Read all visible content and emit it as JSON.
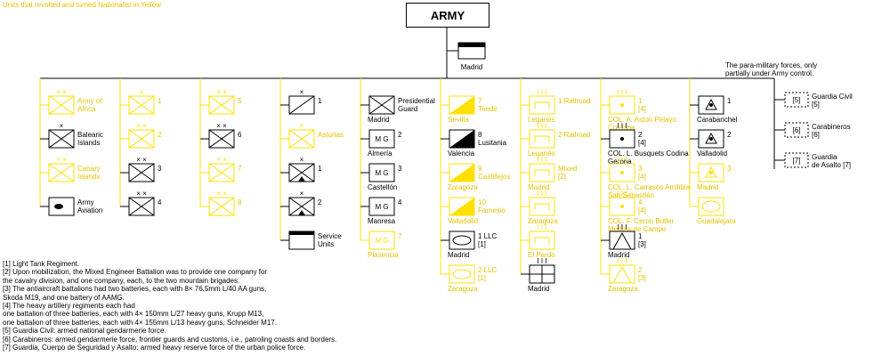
{
  "legend_top": "Units that revolted and turned Nationalist in Yellow",
  "army_title": "ARMY",
  "hq_label": "Madrid",
  "para": {
    "note": [
      "The para-military forces, only",
      "partially under Army control."
    ],
    "items": [
      {
        "num": "[5]",
        "label": [
          "Guardia Civil",
          "[5]"
        ]
      },
      {
        "num": "[6]",
        "label": [
          "Carabineros",
          "[6]"
        ]
      },
      {
        "num": "[7]",
        "label": [
          "Guardia",
          "de Asalto [7]"
        ]
      }
    ]
  },
  "columns": [
    {
      "units": [
        {
          "label": [
            "Army of",
            "Africa"
          ],
          "yellow": true,
          "mark": "xx",
          "type": "inf",
          "pos": "right"
        },
        {
          "label": [
            "Balearic",
            "Islands"
          ],
          "yellow": false,
          "mark": "x",
          "type": "inf",
          "pos": "right"
        },
        {
          "label": [
            "Canary",
            "Islands"
          ],
          "yellow": true,
          "mark": "xx",
          "type": "inf",
          "pos": "right"
        },
        {
          "label": [
            "Army",
            "Aviation"
          ],
          "yellow": false,
          "mark": "",
          "type": "avi",
          "pos": "right"
        }
      ]
    },
    {
      "units": [
        {
          "label": [
            "1"
          ],
          "yellow": true,
          "mark": "x",
          "type": "inf",
          "pos": "right"
        },
        {
          "label": [
            "2"
          ],
          "yellow": true,
          "mark": "xx",
          "type": "inf",
          "pos": "right"
        },
        {
          "label": [
            "3"
          ],
          "yellow": false,
          "mark": "xx",
          "type": "inf",
          "pos": "right"
        },
        {
          "label": [
            "4"
          ],
          "yellow": false,
          "mark": "xx",
          "type": "inf",
          "pos": "right"
        }
      ]
    },
    {
      "units": [
        {
          "label": [
            "5"
          ],
          "yellow": true,
          "mark": "xx",
          "type": "inf",
          "pos": "right"
        },
        {
          "label": [
            "6"
          ],
          "yellow": false,
          "mark": "xx",
          "type": "inf",
          "pos": "right"
        },
        {
          "label": [
            "7"
          ],
          "yellow": true,
          "mark": "xx",
          "type": "inf",
          "pos": "right"
        },
        {
          "label": [
            "8"
          ],
          "yellow": true,
          "mark": "xx",
          "type": "inf",
          "pos": "right"
        }
      ]
    },
    {
      "units": [
        {
          "label": [
            "1"
          ],
          "yellow": false,
          "mark": "x",
          "type": "cav",
          "pos": "right"
        },
        {
          "label": [
            "Asturias"
          ],
          "yellow": true,
          "mark": "x",
          "type": "inf",
          "pos": "right"
        },
        {
          "label": [
            "1"
          ],
          "yellow": false,
          "mark": "x",
          "type": "mtn",
          "pos": "right"
        },
        {
          "label": [
            "2"
          ],
          "yellow": false,
          "mark": "x",
          "type": "mtn",
          "pos": "right"
        },
        {
          "label": [
            "Service",
            "Units"
          ],
          "yellow": false,
          "mark": "",
          "type": "svc",
          "pos": "right"
        }
      ]
    },
    {
      "units": [
        {
          "label": [
            "Presidential",
            "Guard"
          ],
          "yellow": false,
          "mark": "",
          "type": "inf",
          "pos": "right",
          "below": "Madrid"
        },
        {
          "label": [
            "2"
          ],
          "yellow": false,
          "mark": "",
          "type": "mg",
          "pos": "right",
          "below": "Almería"
        },
        {
          "label": [
            "3"
          ],
          "yellow": false,
          "mark": "",
          "type": "mg",
          "pos": "right",
          "below": "Castellón"
        },
        {
          "label": [
            "4"
          ],
          "yellow": false,
          "mark": "",
          "type": "mg",
          "pos": "right",
          "below": "Manresa"
        },
        {
          "label": [
            "7"
          ],
          "yellow": true,
          "mark": "",
          "type": "mg",
          "pos": "right",
          "below": "Plasencia"
        }
      ]
    },
    {
      "units": [
        {
          "label": [
            "7",
            "Tendir"
          ],
          "yellow": true,
          "mark": "",
          "type": "arm",
          "pos": "right",
          "below": "Sevilla"
        },
        {
          "label": [
            "8",
            "Lusitania"
          ],
          "yellow": false,
          "mark": "",
          "type": "arm",
          "pos": "right",
          "below": "Valencia"
        },
        {
          "label": [
            "9",
            "Castillejos"
          ],
          "yellow": true,
          "mark": "",
          "type": "arm",
          "pos": "right",
          "below": "Zaragoza"
        },
        {
          "label": [
            "10",
            "Farnesio"
          ],
          "yellow": true,
          "mark": "",
          "type": "arm",
          "pos": "right",
          "below": "Valladolid"
        },
        {
          "label": [
            "1 LLC",
            "[1]"
          ],
          "yellow": false,
          "mark": "",
          "type": "tank",
          "pos": "right",
          "below": "Madrid"
        },
        {
          "label": [
            "2 LLC",
            "[1]"
          ],
          "yellow": true,
          "mark": "",
          "type": "tank",
          "pos": "right",
          "below": "Zaragoza"
        }
      ]
    },
    {
      "units": [
        {
          "label": [
            "1 Railroad"
          ],
          "yellow": true,
          "mark": "iii",
          "type": "eng",
          "pos": "right",
          "below": "Leganés"
        },
        {
          "label": [
            "2 Railroad"
          ],
          "yellow": true,
          "mark": "iii",
          "type": "eng",
          "pos": "right",
          "below": "Leganés"
        },
        {
          "label": [
            "Mixed",
            "[2]"
          ],
          "yellow": true,
          "mark": "iii",
          "type": "eng",
          "pos": "right",
          "below": "Madrid"
        },
        {
          "label": [],
          "yellow": true,
          "mark": "iii",
          "type": "eng",
          "pos": "right",
          "below": "Zaragoza"
        },
        {
          "label": [],
          "yellow": true,
          "mark": "iii",
          "type": "eng",
          "pos": "right",
          "below": "El Pardo"
        },
        {
          "label": [],
          "yellow": false,
          "mark": "iii",
          "type": "sig",
          "pos": "right",
          "below": "Madrid"
        }
      ]
    },
    {
      "units": [
        {
          "label": [
            "1",
            "[4]"
          ],
          "yellow": true,
          "mark": "iii",
          "type": "art",
          "pos": "right",
          "below": [
            "COL. A. Aston Pelayo",
            "Cordoba"
          ]
        },
        {
          "label": [
            "2",
            "[4]"
          ],
          "yellow": false,
          "mark": "iii",
          "type": "art",
          "pos": "right",
          "below": [
            "COL. L. Busquets Codina",
            "Gerona"
          ]
        },
        {
          "label": [
            "3",
            "[4]"
          ],
          "yellow": true,
          "mark": "iii",
          "type": "art",
          "pos": "right",
          "below": [
            "COL. L. Carrasco Amilibia",
            "San Sebastián"
          ]
        },
        {
          "label": [
            "4",
            "[4]"
          ],
          "yellow": true,
          "mark": "iii",
          "type": "art",
          "pos": "right",
          "below": [
            "COL. F. Ceron Butler",
            "Medina de Campo"
          ]
        },
        {
          "label": [
            "1",
            "[3]"
          ],
          "yellow": false,
          "mark": "iii",
          "type": "aa",
          "pos": "right",
          "below": [
            "Madrid"
          ]
        },
        {
          "label": [
            "2",
            "[3]"
          ],
          "yellow": true,
          "mark": "iii",
          "type": "aa",
          "pos": "right",
          "below": [
            "Zaragoza"
          ]
        }
      ]
    },
    {
      "units": [
        {
          "label": [
            "1"
          ],
          "yellow": false,
          "mark": "",
          "type": "pst",
          "pos": "right",
          "below": "Carabanchel"
        },
        {
          "label": [
            "2"
          ],
          "yellow": false,
          "mark": "",
          "type": "pst",
          "pos": "right",
          "below": "Valladolid"
        },
        {
          "label": [
            "3"
          ],
          "yellow": true,
          "mark": "",
          "type": "pst",
          "pos": "right",
          "below": "Madrid"
        },
        {
          "label": [],
          "yellow": true,
          "mark": "",
          "type": "ovl",
          "pos": "right",
          "below": "Guadalajara"
        }
      ]
    }
  ],
  "notes": [
    "[1] Light Tank Regiment.",
    "[2] Upon mobilization, the Mixed Engineer Battalion was to provide one company for",
    "      the cavalry division, and one company, each, to  the two mountain brigades.",
    "[3] The antiaircraft battalions had two batteries, each with 8× 76.5mm L/40 AA guns,",
    "      Skoda M19, and one battery of AAMG.",
    "[4] The heavy artillery regiments each had",
    "      one battalion of three batteries, each with 4× 150mm L/27 heavy guns, Krupp M13,",
    "      one battalion of three batteries, each with 4× 155mm L/13 heavy guns, Schneider M17.",
    "[5] Guardia Civil: armed national gendarmerie force.",
    "[6] Carabineros:  armed gendarmerie force, frontier guards and customs, i.e., patroling coasts and borders.",
    "[7] Guardia, Cuerpo de Seguridad y Asalto: armed heavy reserve force of the urban police force."
  ],
  "colors": {
    "yellow": "#ffe000",
    "yellow_text": "#e6c000",
    "black": "#000000"
  }
}
